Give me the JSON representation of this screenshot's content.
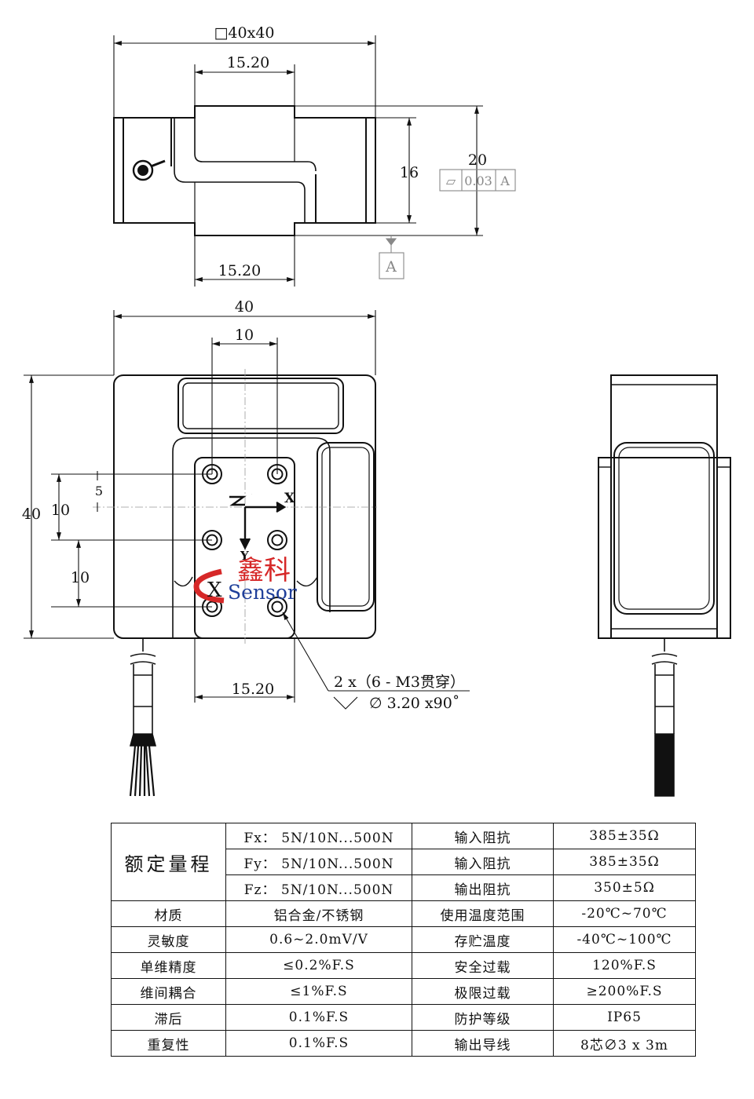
{
  "top_view": {
    "overall_dim": "□40x40",
    "top_slot_dim": "15.20",
    "bottom_slot_dim": "15.20",
    "height_dim": "20",
    "inner_height_dim": "16",
    "flatness_symbol": "▱",
    "flatness_tolerance": "0.03",
    "flatness_datum": "A",
    "datum_label": "A"
  },
  "front_view": {
    "width_dim": "40",
    "hole_spacing_x": "10",
    "height_dim": "40",
    "offset_5": "5",
    "hole_spacing_y1": "10",
    "hole_spacing_y2": "10",
    "bottom_dim": "15.20",
    "axis_x": "X",
    "axis_y": "Y",
    "axis_z": "Z",
    "hole_note_1": "2 x（6 - M3贯穿）",
    "hole_note_2": "∅ 3.20 x90˚"
  },
  "logo": {
    "cn": "鑫科",
    "letter_c": "C",
    "letter_x": "X",
    "word": "Sensor"
  },
  "spec_table": {
    "rated_range_label": "额定量程",
    "rows": [
      {
        "c1": "Fx： 5N/10N...500N",
        "c2": "输入阻抗",
        "c3": "385±35Ω"
      },
      {
        "c1": "Fy： 5N/10N...500N",
        "c2": "输入阻抗",
        "c3": "385±35Ω"
      },
      {
        "c1": "Fz： 5N/10N...500N",
        "c2": "输出阻抗",
        "c3": "350±5Ω"
      },
      {
        "c0": "材质",
        "c1": "铝合金/不锈钢",
        "c2": "使用温度范围",
        "c3": "-20℃~70℃"
      },
      {
        "c0": "灵敏度",
        "c1": "0.6~2.0mV/V",
        "c2": "存贮温度",
        "c3": "-40℃~100℃"
      },
      {
        "c0": "单维精度",
        "c1": "≤0.2%F.S",
        "c2": "安全过载",
        "c3": "120%F.S"
      },
      {
        "c0": "维间耦合",
        "c1": "≤1%F.S",
        "c2": "极限过载",
        "c3": "≥200%F.S"
      },
      {
        "c0": "滞后",
        "c1": "0.1%F.S",
        "c2": "防护等级",
        "c3": "IP65"
      },
      {
        "c0": "重复性",
        "c1": "0.1%F.S",
        "c2": "输出导线",
        "c3": "8芯∅3 x 3m"
      }
    ]
  }
}
